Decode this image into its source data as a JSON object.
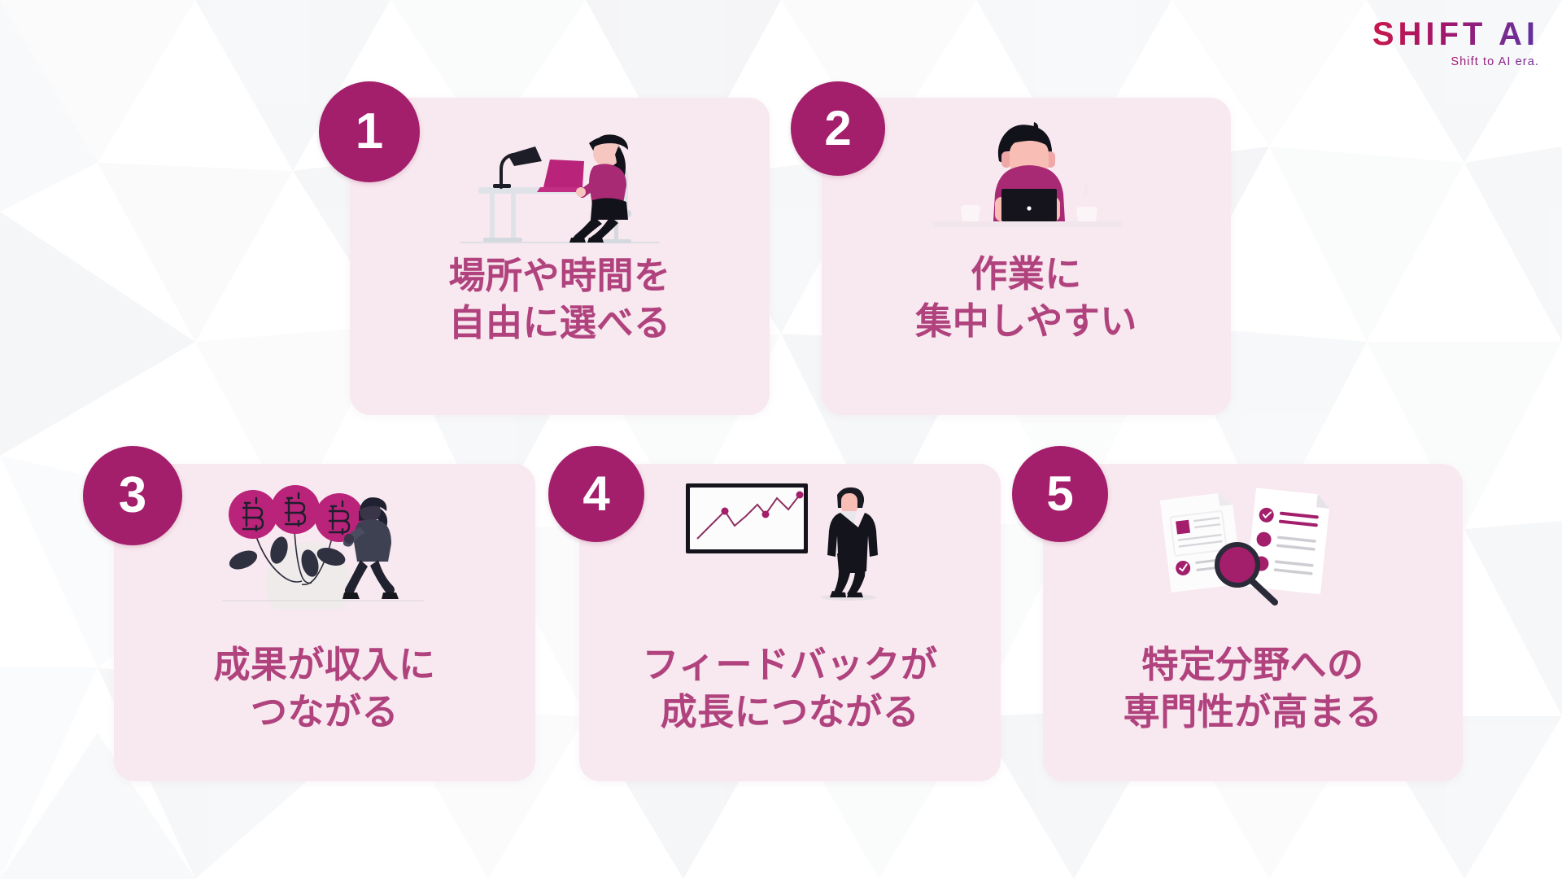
{
  "brand": {
    "logo_wordmark": "SHIFT AI",
    "logo_tagline": "Shift to AI era.",
    "accent_deep": "#a31e6b",
    "accent_text": "#b0437e",
    "card_bg": "#f8e8ef",
    "page_bg": "#ffffff"
  },
  "cards": [
    {
      "number": "1",
      "title": "場所や時間を\n自由に選べる",
      "illustration": "woman-at-desk-with-laptop-illustration"
    },
    {
      "number": "2",
      "title": "作業に\n集中しやすい",
      "illustration": "person-working-on-laptop-illustration"
    },
    {
      "number": "3",
      "title": "成果が収入に\nつながる",
      "illustration": "person-with-bitcoin-balloons-illustration"
    },
    {
      "number": "4",
      "title": "フィードバックが\n成長につながる",
      "illustration": "businessman-with-growth-chart-illustration"
    },
    {
      "number": "5",
      "title": "特定分野への\n専門性が高まる",
      "illustration": "documents-with-magnifier-illustration"
    }
  ]
}
